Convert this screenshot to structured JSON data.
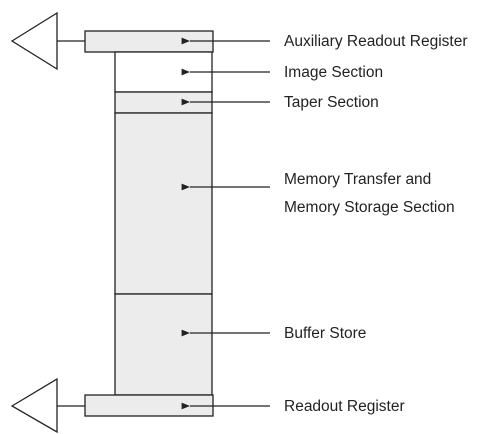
{
  "labels": {
    "aux_readout": "Auxiliary Readout Register",
    "image_section": "Image Section",
    "taper_section": "Taper Section",
    "memory_line1": "Memory Transfer and",
    "memory_line2": "Memory Storage Section",
    "buffer_store": "Buffer Store",
    "readout_register": "Readout Register"
  },
  "colors": {
    "shaded_fill": "#ececec",
    "stroke": "#222222",
    "text": "#222222"
  },
  "icons": [
    "output-amplifier-triangle-icon",
    "arrow-left-icon"
  ]
}
